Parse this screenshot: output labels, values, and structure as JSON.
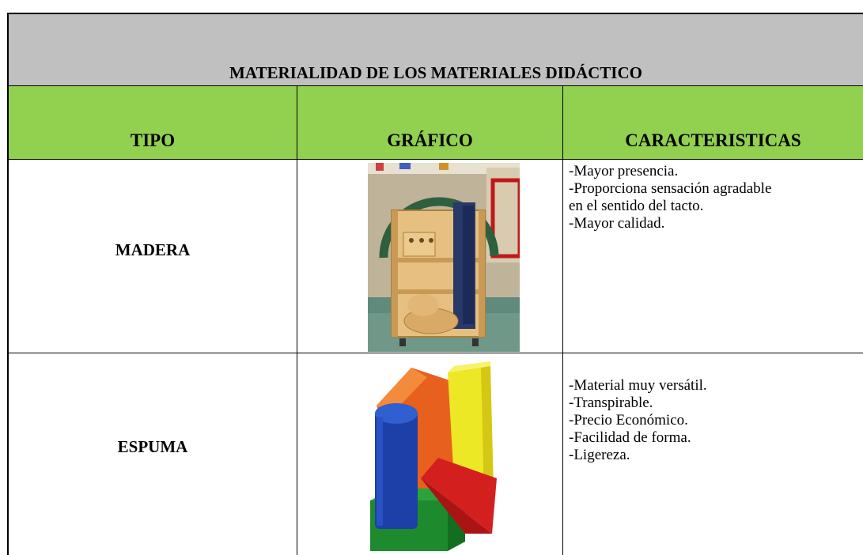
{
  "title": "MATERIALIDAD DE LOS MATERIALES DIDÁCTICO",
  "headers": {
    "tipo": "TIPO",
    "grafico": "GRÁFICO",
    "caracteristicas": "CARACTERISTICAS"
  },
  "rows": [
    {
      "tipo": "MADERA",
      "image": "wooden-shelf-photo",
      "caracteristicas": [
        "-Mayor presencia.",
        "-Proporciona sensación agradable",
        "en el sentido del tacto.",
        "-Mayor calidad."
      ]
    },
    {
      "tipo": "ESPUMA",
      "image": "foam-blocks-photo",
      "caracteristicas": [
        "-Material muy versátil.",
        "-Transpirable.",
        "-Precio Económico.",
        "-Facilidad de forma.",
        "-Ligereza."
      ]
    }
  ],
  "colors": {
    "title_bg": "#c0c0c0",
    "header_bg": "#92d050"
  }
}
